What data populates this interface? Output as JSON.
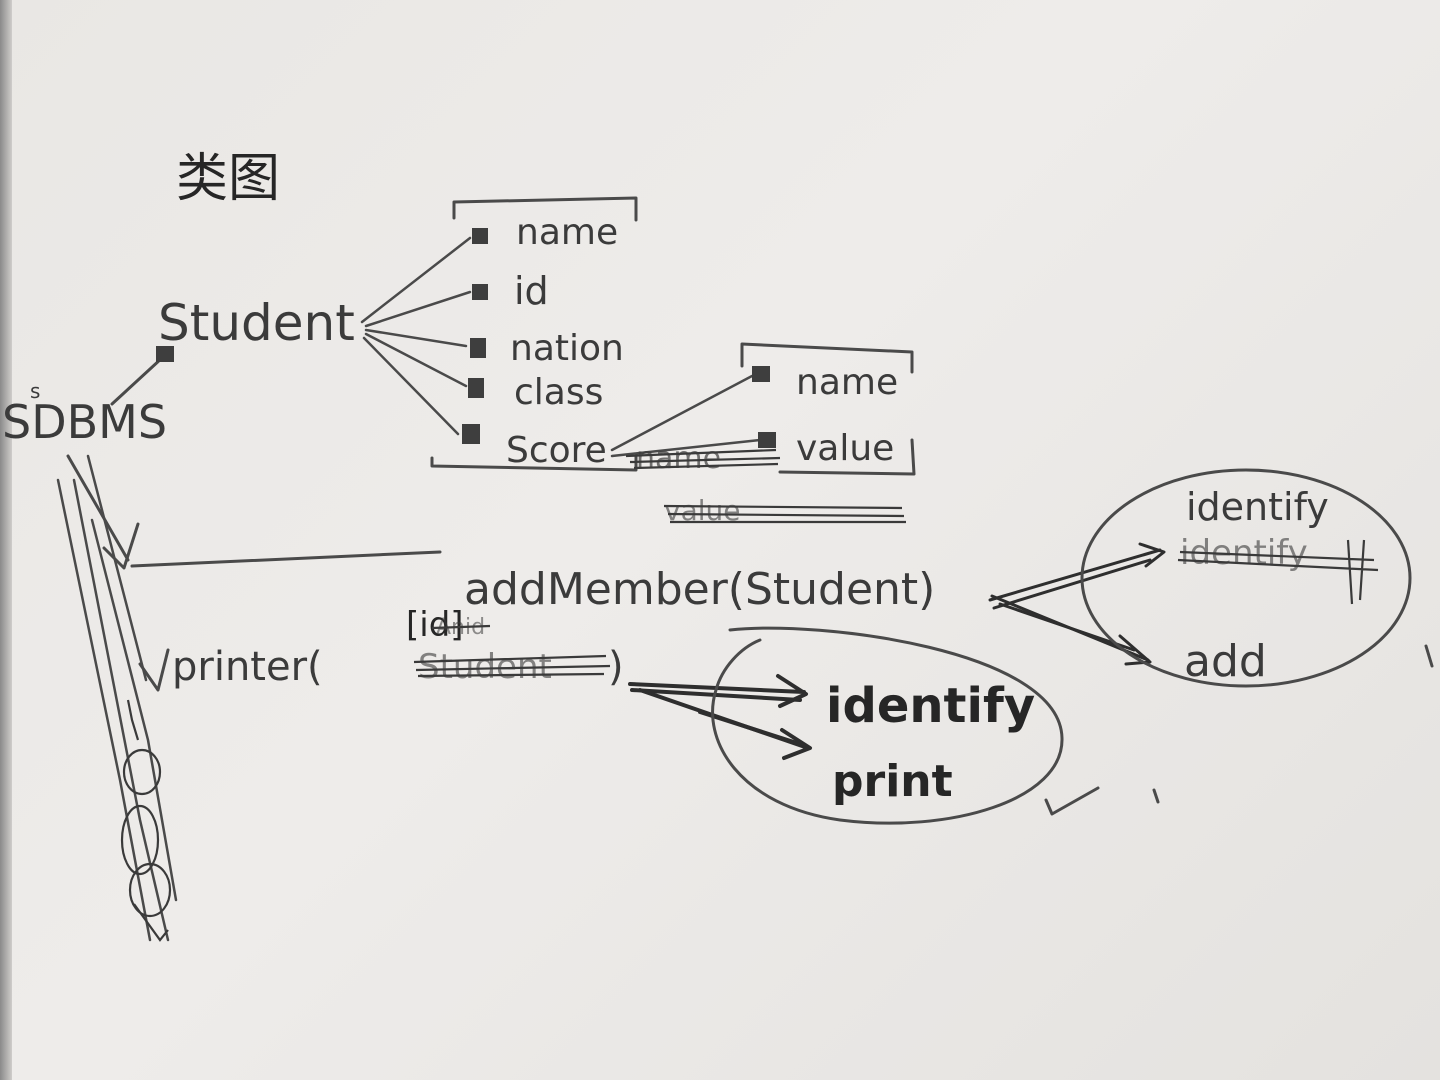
{
  "title": "类图",
  "root": {
    "label": "SDBMS",
    "superscript": "s"
  },
  "student": {
    "label": "Student",
    "attributes": [
      "name",
      "id",
      "nation",
      "class",
      "Score"
    ]
  },
  "score": {
    "attributes": [
      "name",
      "value"
    ],
    "struck": [
      "name",
      "value"
    ]
  },
  "methods": {
    "add_member": "addMember(Student)",
    "printer": "printer(",
    "printer_param_struck": "Student",
    "printer_param": "[id]",
    "printer_param_struck_inner": "Anid",
    "printer_close": ")"
  },
  "add_member_group": {
    "items": [
      "identify",
      "add"
    ],
    "struck": "identify"
  },
  "printer_group": {
    "items": [
      "identify",
      "print"
    ]
  },
  "colors": {
    "paper": "#eceae7",
    "pencil": "#3b3b3b",
    "pencil_dark": "#262626"
  }
}
